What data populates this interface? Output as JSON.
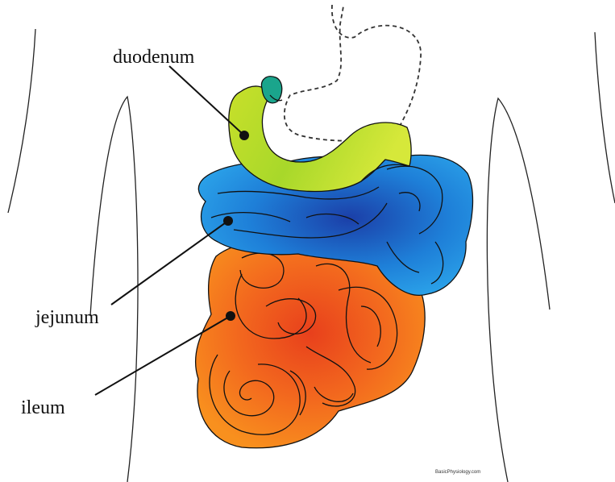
{
  "labels": {
    "duodenum": "duodenum",
    "jejunum": "jejunum",
    "ileum": "ileum"
  },
  "credit": "BasicPhysiology.com",
  "colors": {
    "duodenum": "#c8e02a",
    "duodenum_tip": "#1aa58c",
    "jejunum": "#1e8fe0",
    "jejunum_dark": "#1b3fa8",
    "ileum": "#f57d1e",
    "ileum_dark": "#e63a1a",
    "outline": "#111111"
  }
}
